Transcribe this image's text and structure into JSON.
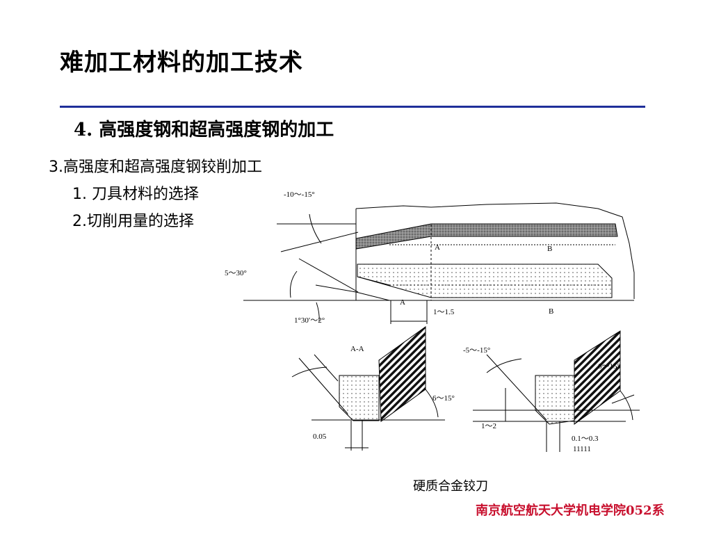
{
  "title": "难加工材料的加工技术",
  "subtitle": "4. 高强度钢和超高强度钢的加工",
  "content": {
    "line1": "3.高强度和超高强度钢铰削加工",
    "line2": "1. 刀具材料的选择",
    "line3": "2.切削用量的选择"
  },
  "diagram": {
    "caption": "硬质合金铰刀",
    "labels": {
      "angle_top": "-10～-15°",
      "angle_left": "5～30°",
      "angle_bottom": "1°30′～2°",
      "section_a_top": "A",
      "section_b_top": "B",
      "section_a_bottom": "A",
      "section_b_bottom": "B",
      "dim_land": "1～1.5",
      "view_aa": "A-A",
      "angle_aa": "6～15°",
      "dim_005": "0.05",
      "angle_right_top": "-5～-15°",
      "angle_right_side": "6～15°",
      "dim_1_2": "1～2",
      "dim_01_03": "0.1～0.3",
      "small_mark": "11111"
    }
  },
  "footer": "南京航空航天大学机电学院052系"
}
